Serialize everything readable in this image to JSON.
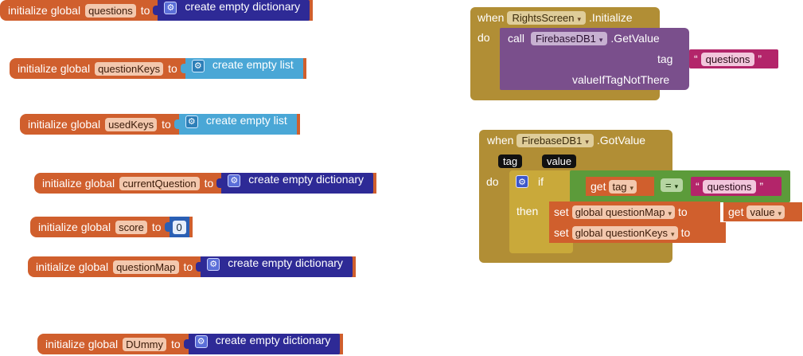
{
  "globals": [
    {
      "prefix": "initialize global",
      "name": "questions",
      "to": "to",
      "value": "create empty dictionary",
      "kind": "dict"
    },
    {
      "prefix": "initialize global",
      "name": "questionKeys",
      "to": "to",
      "value": "create empty list",
      "kind": "list"
    },
    {
      "prefix": "initialize global",
      "name": "usedKeys",
      "to": "to",
      "value": "create empty list",
      "kind": "list"
    },
    {
      "prefix": "initialize global",
      "name": "currentQuestion",
      "to": "to",
      "value": "create empty dictionary",
      "kind": "dict"
    },
    {
      "prefix": "initialize global",
      "name": "score",
      "to": "to",
      "value": "0",
      "kind": "number"
    },
    {
      "prefix": "initialize global",
      "name": "questionMap",
      "to": "to",
      "value": "create empty dictionary",
      "kind": "dict"
    },
    {
      "prefix": "initialize global",
      "name": "DUmmy",
      "to": "to",
      "value": "create empty dictionary",
      "kind": "dict"
    }
  ],
  "init_event": {
    "when": "when",
    "component": "RightsScreen",
    "event": ".Initialize",
    "do": "do",
    "call": "call",
    "callee": "FirebaseDB1",
    "method": ".GetValue",
    "tag_label": "tag",
    "tag_value": "questions",
    "value_if_label": "valueIfTagNotThere"
  },
  "got_event": {
    "when": "when",
    "component": "FirebaseDB1",
    "event": ".GotValue",
    "param_tag": "tag",
    "param_value": "value",
    "do": "do",
    "if_label": "if",
    "then_label": "then",
    "get": "get",
    "get_tag": "tag",
    "op": "=",
    "compare_value": "questions",
    "set1_set": "set",
    "set1_var": "global questionMap",
    "set1_to": "to",
    "set1_get": "get",
    "set1_get_var": "value",
    "set2_set": "set",
    "set2_var": "global questionKeys",
    "set2_to": "to"
  },
  "colors": {
    "variables": "#d05f2d",
    "dictionary": "#2e2a96",
    "list": "#4aa7d6",
    "math": "#2a5fb4",
    "event": "#b18e35",
    "procedure": "#7a4f8c",
    "text": "#b3256a",
    "logic": "#5c9b3a"
  }
}
